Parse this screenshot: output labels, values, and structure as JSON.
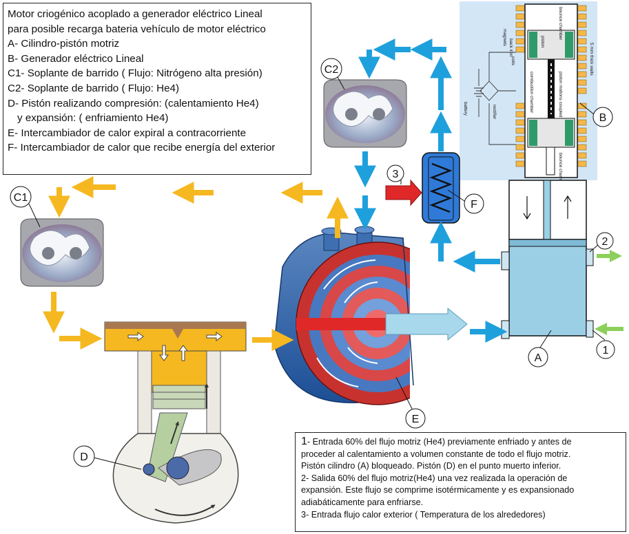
{
  "legend": {
    "title_line1": "Motor criogénico acoplado a generador eléctrico Lineal",
    "title_line2": "para posible recarga bateria vehículo de motor eléctrico",
    "item_a": "A- Cilindro-pistón motriz",
    "item_b": "B- Generador eléctrico Lineal",
    "item_c1": "C1- Soplante de barrido ( Flujo: Nitrógeno alta presión)",
    "item_c2": "C2- Soplante de barrido ( Flujo: He4)",
    "item_d_line1": "D- Pistón realizando compresión: (calentamiento He4)",
    "item_d_line2": "y expansión: ( enfriamiento He4)",
    "item_e": "E- Intercambiador de calor expiral a contracorriente",
    "item_f": "F- Intercambiador de calor que recibe energía del exterior"
  },
  "notes": {
    "n1_num": "1",
    "n1_line1": "- Entrada 60% del flujo motriz (He4) previamente enfriado y antes de",
    "n1_line2": "proceder al calentamiento a volumen constante de todo el flujo motriz.",
    "n1_line3": "Pistón cilindro (A) bloqueado. Pistón (D) en el punto muerto inferior.",
    "n2_line1": "2- Salida 60% del flujo motriz(He4) una vez realizada la operación de",
    "n2_line2": "expansión. Este flujo se comprime isotérmicamente y es expansionado",
    "n2_line3": "adiabáticamente para enfriarse.",
    "n3_line1": "3- Entrada flujo calor exterior ( Temperatura de los alrededores)"
  },
  "callouts": {
    "c1": "C1",
    "c2": "C2",
    "d": "D",
    "e": "E",
    "f": "F",
    "a": "A",
    "b": "B",
    "one": "1",
    "two": "2",
    "three": "3"
  },
  "generator_labels": {
    "bounce_top": "bounce chamber",
    "magnets": "magnets",
    "back_iron": "back iron",
    "coils": "coils",
    "piston": "piston",
    "walls": "5 mm thick walls",
    "piston_motions": "piston motions coupled",
    "combustion": "combustion chamber",
    "battery": "battery",
    "rectifier": "rectifier",
    "bounce_bottom": "bounce chamber"
  },
  "colors": {
    "flow_blue": "#1ea0dc",
    "flow_yellow": "#f5b820",
    "hot_red": "#e02828",
    "panel_blue": "#d3e6f6",
    "cylinder_blue": "#9bcfe6",
    "piston_yellow": "#f0c030",
    "wall_brown": "#a87850"
  }
}
